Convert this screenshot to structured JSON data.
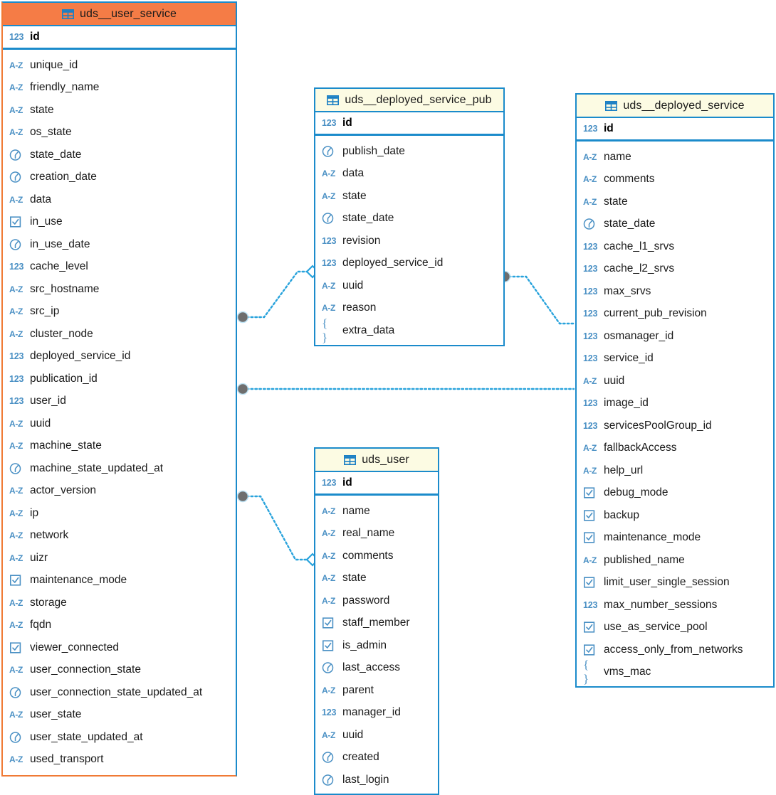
{
  "diagram": {
    "kind": "database-er-diagram",
    "colors": {
      "border": "#1B8BCB",
      "selected_border": "#F07A35",
      "header_selected": "#F57C46",
      "header_default": "#FCFBE3",
      "connector": "#29A3DC",
      "icon_blue": "#4A90C4",
      "endpoint_dot": "#6E6E6E"
    },
    "icons": {
      "table": "table-grid-icon",
      "number": "123",
      "text": "A-Z",
      "date": "clock-icon",
      "boolean": "checkbox-icon",
      "json": "{ }"
    }
  },
  "tables": [
    {
      "id": "uds_user_service",
      "name": "uds__user_service",
      "selected": true,
      "primary_key": {
        "name": "id",
        "type": "number"
      },
      "columns": [
        {
          "name": "unique_id",
          "type": "text"
        },
        {
          "name": "friendly_name",
          "type": "text"
        },
        {
          "name": "state",
          "type": "text"
        },
        {
          "name": "os_state",
          "type": "text"
        },
        {
          "name": "state_date",
          "type": "date"
        },
        {
          "name": "creation_date",
          "type": "date"
        },
        {
          "name": "data",
          "type": "text"
        },
        {
          "name": "in_use",
          "type": "boolean"
        },
        {
          "name": "in_use_date",
          "type": "date"
        },
        {
          "name": "cache_level",
          "type": "number"
        },
        {
          "name": "src_hostname",
          "type": "text"
        },
        {
          "name": "src_ip",
          "type": "text"
        },
        {
          "name": "cluster_node",
          "type": "text"
        },
        {
          "name": "deployed_service_id",
          "type": "number"
        },
        {
          "name": "publication_id",
          "type": "number"
        },
        {
          "name": "user_id",
          "type": "number"
        },
        {
          "name": "uuid",
          "type": "text"
        },
        {
          "name": "machine_state",
          "type": "text"
        },
        {
          "name": "machine_state_updated_at",
          "type": "date"
        },
        {
          "name": "actor_version",
          "type": "text"
        },
        {
          "name": "ip",
          "type": "text"
        },
        {
          "name": "network",
          "type": "text"
        },
        {
          "name": "uizr",
          "type": "text"
        },
        {
          "name": "maintenance_mode",
          "type": "boolean"
        },
        {
          "name": "storage",
          "type": "text"
        },
        {
          "name": "fqdn",
          "type": "text"
        },
        {
          "name": "viewer_connected",
          "type": "boolean"
        },
        {
          "name": "user_connection_state",
          "type": "text"
        },
        {
          "name": "user_connection_state_updated_at",
          "type": "date"
        },
        {
          "name": "user_state",
          "type": "text"
        },
        {
          "name": "user_state_updated_at",
          "type": "date"
        },
        {
          "name": "used_transport",
          "type": "text"
        }
      ]
    },
    {
      "id": "uds_deployed_service_pub",
      "name": "uds__deployed_service_pub",
      "selected": false,
      "primary_key": {
        "name": "id",
        "type": "number"
      },
      "columns": [
        {
          "name": "publish_date",
          "type": "date"
        },
        {
          "name": "data",
          "type": "text"
        },
        {
          "name": "state",
          "type": "text"
        },
        {
          "name": "state_date",
          "type": "date"
        },
        {
          "name": "revision",
          "type": "number"
        },
        {
          "name": "deployed_service_id",
          "type": "number"
        },
        {
          "name": "uuid",
          "type": "text"
        },
        {
          "name": "reason",
          "type": "text"
        },
        {
          "name": "extra_data",
          "type": "json"
        }
      ]
    },
    {
      "id": "uds_deployed_service",
      "name": "uds__deployed_service",
      "selected": false,
      "primary_key": {
        "name": "id",
        "type": "number"
      },
      "columns": [
        {
          "name": "name",
          "type": "text"
        },
        {
          "name": "comments",
          "type": "text"
        },
        {
          "name": "state",
          "type": "text"
        },
        {
          "name": "state_date",
          "type": "date"
        },
        {
          "name": "cache_l1_srvs",
          "type": "number"
        },
        {
          "name": "cache_l2_srvs",
          "type": "number"
        },
        {
          "name": "max_srvs",
          "type": "number"
        },
        {
          "name": "current_pub_revision",
          "type": "number"
        },
        {
          "name": "osmanager_id",
          "type": "number"
        },
        {
          "name": "service_id",
          "type": "number"
        },
        {
          "name": "uuid",
          "type": "text"
        },
        {
          "name": "image_id",
          "type": "number"
        },
        {
          "name": "servicesPoolGroup_id",
          "type": "number"
        },
        {
          "name": "fallbackAccess",
          "type": "text"
        },
        {
          "name": "help_url",
          "type": "text"
        },
        {
          "name": "debug_mode",
          "type": "boolean"
        },
        {
          "name": "backup",
          "type": "boolean"
        },
        {
          "name": "maintenance_mode",
          "type": "boolean"
        },
        {
          "name": "published_name",
          "type": "text"
        },
        {
          "name": "limit_user_single_session",
          "type": "boolean"
        },
        {
          "name": "max_number_sessions",
          "type": "number"
        },
        {
          "name": "use_as_service_pool",
          "type": "boolean"
        },
        {
          "name": "access_only_from_networks",
          "type": "boolean"
        },
        {
          "name": "vms_mac",
          "type": "json"
        }
      ]
    },
    {
      "id": "uds_user",
      "name": "uds_user",
      "selected": false,
      "primary_key": {
        "name": "id",
        "type": "number"
      },
      "columns": [
        {
          "name": "name",
          "type": "text"
        },
        {
          "name": "real_name",
          "type": "text"
        },
        {
          "name": "comments",
          "type": "text"
        },
        {
          "name": "state",
          "type": "text"
        },
        {
          "name": "password",
          "type": "text"
        },
        {
          "name": "staff_member",
          "type": "boolean"
        },
        {
          "name": "is_admin",
          "type": "boolean"
        },
        {
          "name": "last_access",
          "type": "date"
        },
        {
          "name": "parent",
          "type": "text"
        },
        {
          "name": "manager_id",
          "type": "number"
        },
        {
          "name": "uuid",
          "type": "text"
        },
        {
          "name": "created",
          "type": "date"
        },
        {
          "name": "last_login",
          "type": "date"
        }
      ]
    }
  ],
  "relationships": [
    {
      "id": "rel-userservice-pub",
      "from_table": "uds__user_service",
      "from_column": "publication_id",
      "to_table": "uds__deployed_service_pub",
      "to_column": "id"
    },
    {
      "id": "rel-pub-deployedservice",
      "from_table": "uds__deployed_service_pub",
      "from_column": "deployed_service_id",
      "to_table": "uds__deployed_service",
      "to_column": "id"
    },
    {
      "id": "rel-userservice-deployedservice",
      "from_table": "uds__user_service",
      "from_column": "deployed_service_id",
      "to_table": "uds__deployed_service",
      "to_column": "id"
    },
    {
      "id": "rel-userservice-user",
      "from_table": "uds__user_service",
      "from_column": "user_id",
      "to_table": "uds_user",
      "to_column": "id"
    }
  ]
}
